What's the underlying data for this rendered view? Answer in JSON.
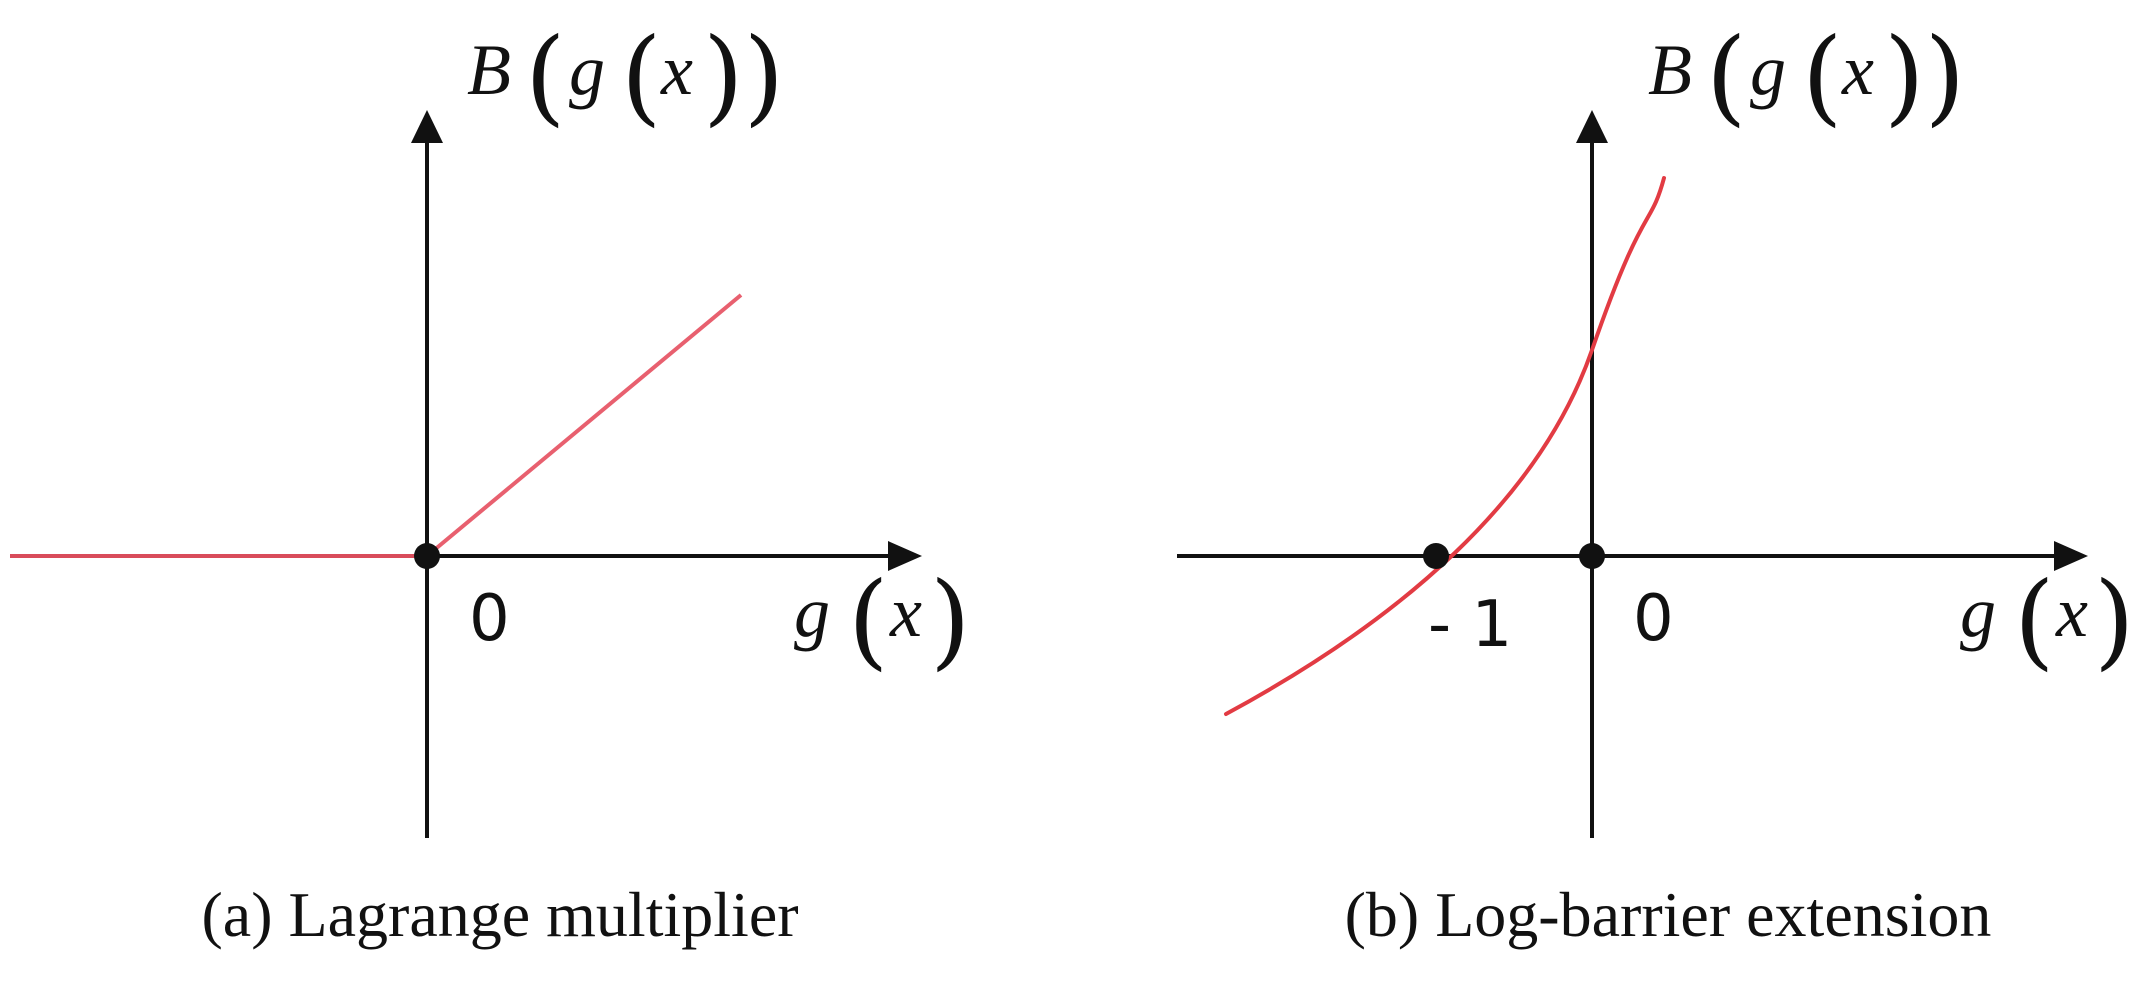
{
  "panels": [
    {
      "id": "a",
      "caption": "(a) Lagrange multiplier",
      "y_axis_label": {
        "func": "B",
        "arg_func": "g",
        "var": "x"
      },
      "x_axis_label": {
        "func": "g",
        "var": "x"
      },
      "tick_labels": [
        "0"
      ],
      "marked_points": [
        0
      ],
      "curve": "hinge: zero for g(x) < 0, linear increasing for g(x) > 0",
      "curve_color": "#e8606f"
    },
    {
      "id": "b",
      "caption": "(b) Log-barrier extension",
      "y_axis_label": {
        "func": "B",
        "arg_func": "g",
        "var": "x"
      },
      "x_axis_label": {
        "func": "g",
        "var": "x"
      },
      "tick_labels": [
        "- 1",
        "0"
      ],
      "marked_points": [
        -1,
        0
      ],
      "curve": "smooth increasing convex curve crossing zero at g(x) = -1",
      "curve_color": "#e23b43"
    }
  ],
  "colors": {
    "axis": "#111111",
    "background": "#ffffff"
  }
}
